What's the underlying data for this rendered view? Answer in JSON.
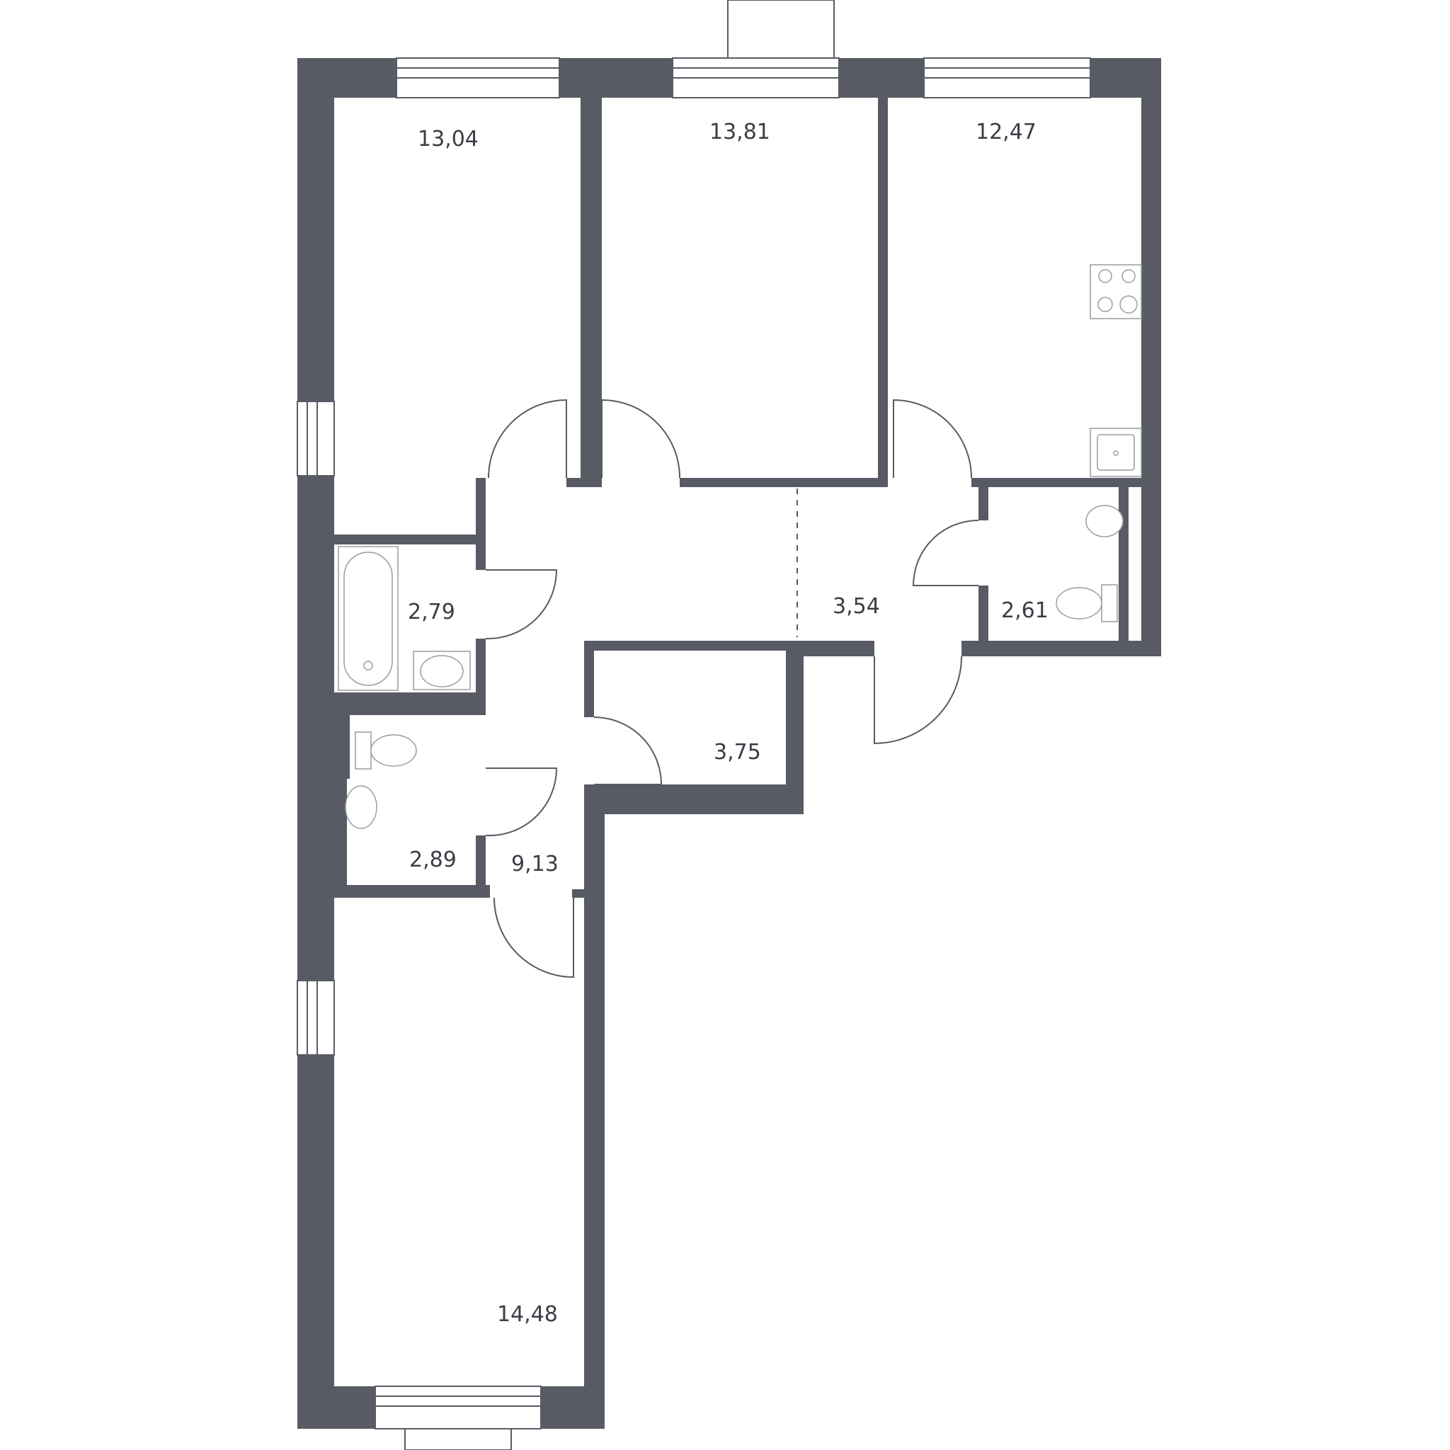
{
  "colors": {
    "wall": "#585b64",
    "background": "#ffffff",
    "label": "#3a3d45"
  },
  "rooms": [
    {
      "id": "room-1",
      "area": "13,04"
    },
    {
      "id": "room-2",
      "area": "13,81"
    },
    {
      "id": "kitchen",
      "area": "12,47"
    },
    {
      "id": "bathroom",
      "area": "2,79"
    },
    {
      "id": "hall",
      "area": "3,54"
    },
    {
      "id": "wc-right",
      "area": "2,61"
    },
    {
      "id": "storage",
      "area": "3,75"
    },
    {
      "id": "wc-left",
      "area": "2,89"
    },
    {
      "id": "corridor",
      "area": "9,13"
    },
    {
      "id": "room-3",
      "area": "14,48"
    }
  ]
}
